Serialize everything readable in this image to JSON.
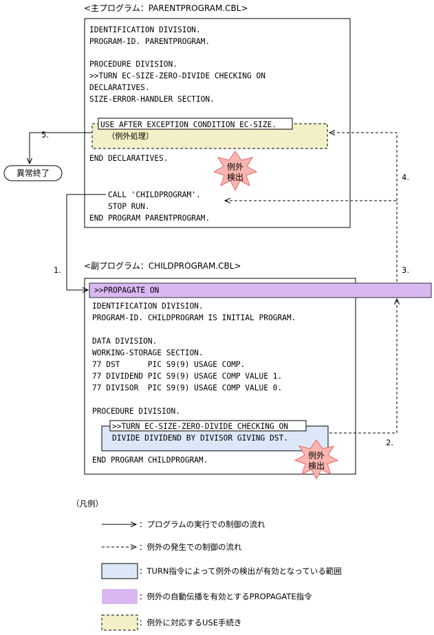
{
  "parent": {
    "caption": "<主プログラム：PARENTPROGRAM.CBL>",
    "lines": [
      "IDENTIFICATION DIVISION.",
      "PROGRAM-ID. PARENTPROGRAM.",
      "PROCEDURE DIVISION.",
      ">>TURN EC-SIZE-ZERO-DIVIDE CHECKING ON",
      "DECLARATIVES.",
      "SIZE-ERROR-HANDLER SECTION.",
      "END DECLARATIVES.",
      "CALL 'CHILDPROGRAM'.",
      "STOP RUN.",
      "END PROGRAM PARENTPROGRAM."
    ],
    "use_statement": "USE AFTER EXCEPTION CONDITION EC-SIZE.",
    "exception_handling": "（例外処理）"
  },
  "child": {
    "caption": "<副プログラム：CHILDPROGRAM.CBL>",
    "propagate": ">>PROPAGATE ON",
    "lines": [
      "IDENTIFICATION DIVISION.",
      "PROGRAM-ID. CHILDPROGRAM IS INITIAL PROGRAM.",
      "DATA DIVISION.",
      "WORKING-STORAGE SECTION.",
      "77 DST      PIC S9(9) USAGE COMP.",
      "77 DIVIDEND PIC S9(9) USAGE COMP VALUE 1.",
      "77 DIVISOR  PIC S9(9) USAGE COMP VALUE 0.",
      "PROCEDURE DIVISION.",
      "END PROGRAM CHILDPROGRAM."
    ],
    "turn_directive": ">>TURN EC-SIZE-ZERO-DIVIDE CHECKING ON",
    "divide_statement": "DIVIDE DIVIDEND BY DIVISOR GIVING DST."
  },
  "detect_label": [
    "例外",
    "検出"
  ],
  "abnormal_end": "異常終了",
  "step_labels": [
    "1.",
    "2.",
    "3.",
    "4.",
    "5."
  ],
  "legend": {
    "title": "（凡例）",
    "items": [
      {
        "symbol": "——→",
        "text": "：プログラムの実行での制御の流れ"
      },
      {
        "symbol": "- - - →",
        "text": "：例外の発生での制御の流れ"
      },
      {
        "symbol": "light-blue-box",
        "text": "：TURN指令によって例外の検出が有効となっている範囲"
      },
      {
        "symbol": "purple-box",
        "text": "：例外の自動伝播を有効とするPROPAGATE指令"
      },
      {
        "symbol": "yellow-dashed-box",
        "text": "：例外に対応するUSE手続き"
      }
    ]
  },
  "colors": {
    "turn_range": "#dce8f7",
    "propagate": "#d9b8f2",
    "use_procedure": "#f3efc6",
    "star": "#f9b5b0"
  }
}
